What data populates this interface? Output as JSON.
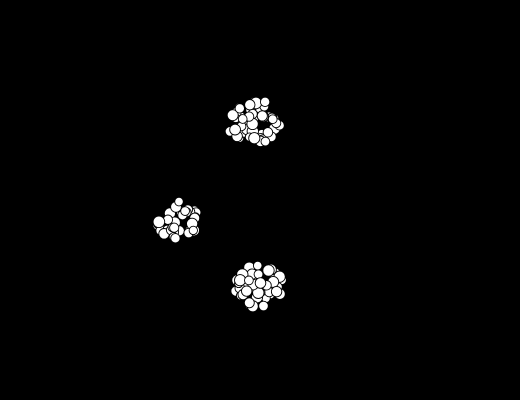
{
  "scene": {
    "background_color": "#000000",
    "particle_fill": "#ffffff",
    "particle_outline": "#000000",
    "clusters": [
      {
        "name": "cluster-top",
        "particle_count": 55
      },
      {
        "name": "cluster-left",
        "particle_count": 38
      },
      {
        "name": "cluster-bottom",
        "particle_count": 48
      }
    ]
  }
}
